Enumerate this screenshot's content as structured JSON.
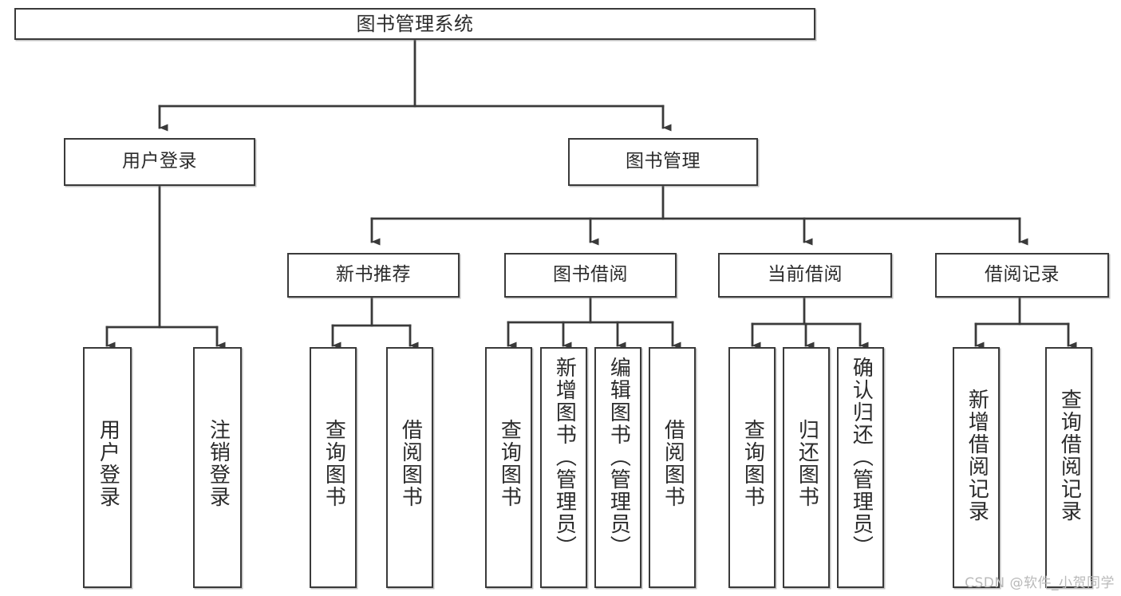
{
  "diagram": {
    "title": "图书管理系统",
    "type": "tree",
    "watermark": "CSDN @软件_小贺同学",
    "colors": {
      "box_border": "#3a3a3a",
      "box_fill": "#ffffff",
      "connector": "#3a3a3a",
      "text": "#2b2b2b",
      "watermark": "#b9b9b9"
    },
    "levels": {
      "root": {
        "label": "图书管理系统"
      },
      "level2": [
        {
          "id": "user-login",
          "label": "用户登录"
        },
        {
          "id": "book-management",
          "label": "图书管理"
        }
      ],
      "level3": [
        {
          "id": "new-book-recommend",
          "label": "新书推荐",
          "parent": "book-management"
        },
        {
          "id": "book-borrow",
          "label": "图书借阅",
          "parent": "book-management"
        },
        {
          "id": "current-borrow",
          "label": "当前借阅",
          "parent": "book-management"
        },
        {
          "id": "borrow-record",
          "label": "借阅记录",
          "parent": "book-management"
        }
      ],
      "leaves": [
        {
          "id": "leaf-user-login",
          "label": "用户登录",
          "parent": "user-login"
        },
        {
          "id": "leaf-logout-login",
          "label": "注销登录",
          "parent": "user-login"
        },
        {
          "id": "leaf-query-book-1",
          "label": "查询图书",
          "parent": "new-book-recommend"
        },
        {
          "id": "leaf-borrow-book-1",
          "label": "借阅图书",
          "parent": "new-book-recommend"
        },
        {
          "id": "leaf-query-book-2",
          "label": "查询图书",
          "parent": "book-borrow"
        },
        {
          "id": "leaf-add-book-admin",
          "label": "新增图书（管理员）",
          "parent": "book-borrow"
        },
        {
          "id": "leaf-edit-book-admin",
          "label": "编辑图书（管理员）",
          "parent": "book-borrow"
        },
        {
          "id": "leaf-borrow-book-2",
          "label": "借阅图书",
          "parent": "book-borrow"
        },
        {
          "id": "leaf-query-book-3",
          "label": "查询图书",
          "parent": "current-borrow"
        },
        {
          "id": "leaf-return-book",
          "label": "归还图书",
          "parent": "current-borrow"
        },
        {
          "id": "leaf-confirm-return-admin",
          "label": "确认归还（管理员）",
          "parent": "current-borrow"
        },
        {
          "id": "leaf-add-borrow-record",
          "label": "新增借阅记录",
          "parent": "borrow-record"
        },
        {
          "id": "leaf-query-borrow-record",
          "label": "查询借阅记录",
          "parent": "borrow-record"
        }
      ]
    }
  }
}
